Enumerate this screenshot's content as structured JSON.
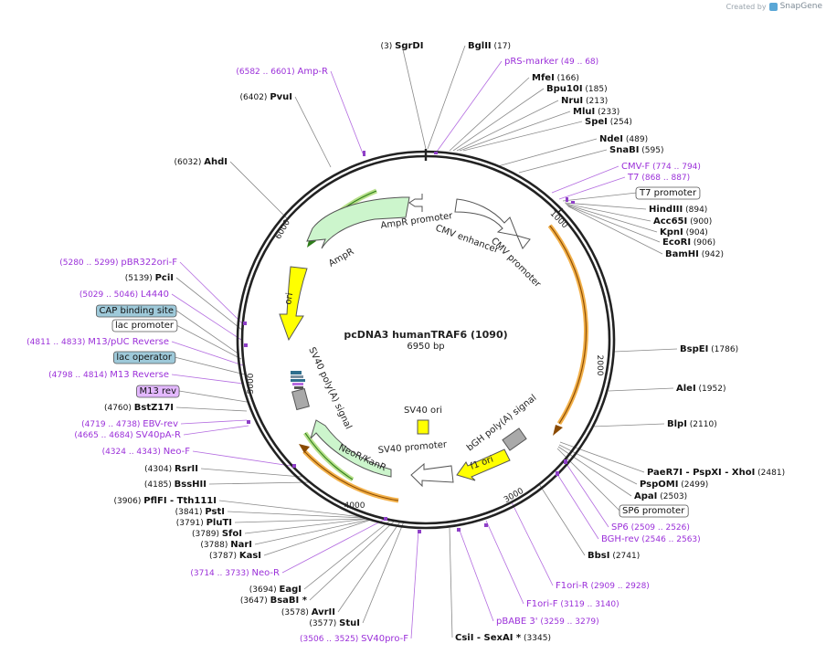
{
  "branding": {
    "created_by": "Created by",
    "app": "SnapGene"
  },
  "map": {
    "title": "pcDNA3 humanTRAF6 (1090)",
    "length": "6950 bp"
  },
  "ticks": [
    "1000",
    "2000",
    "3000",
    "4000",
    "5000",
    "6000"
  ],
  "inner_features": [
    {
      "label": "AmpR promoter"
    },
    {
      "label": "AmpR"
    },
    {
      "label": "ori"
    },
    {
      "label": "CMV enhancer"
    },
    {
      "label": "CMV promoter"
    },
    {
      "label": "SV40 poly(A) signal"
    },
    {
      "label": "SV40 ori"
    },
    {
      "label": "NeoR/KanR"
    },
    {
      "label": "SV40 promoter"
    },
    {
      "label": "bGH poly(A) signal"
    },
    {
      "label": "f1 ori"
    }
  ],
  "labels": [
    {
      "pre": "(3)",
      "name": "SgrDI",
      "post": "",
      "kind": "enzyme"
    },
    {
      "pre": "",
      "name": "BglII",
      "post": "(17)",
      "kind": "enzyme"
    },
    {
      "pre": "",
      "name": "pRS-marker",
      "post": "(49 .. 68)",
      "kind": "primer"
    },
    {
      "pre": "",
      "name": "MfeI",
      "post": "(166)",
      "kind": "enzyme"
    },
    {
      "pre": "",
      "name": "Bpu10I",
      "post": "(185)",
      "kind": "enzyme"
    },
    {
      "pre": "",
      "name": "NruI",
      "post": "(213)",
      "kind": "enzyme"
    },
    {
      "pre": "",
      "name": "MluI",
      "post": "(233)",
      "kind": "enzyme"
    },
    {
      "pre": "",
      "name": "SpeI",
      "post": "(254)",
      "kind": "enzyme"
    },
    {
      "pre": "",
      "name": "NdeI",
      "post": "(489)",
      "kind": "enzyme"
    },
    {
      "pre": "",
      "name": "SnaBI",
      "post": "(595)",
      "kind": "enzyme"
    },
    {
      "pre": "",
      "name": "CMV-F",
      "post": "(774 .. 794)",
      "kind": "primer"
    },
    {
      "pre": "",
      "name": "T7",
      "post": "(868 .. 887)",
      "kind": "primer"
    },
    {
      "pre": "",
      "name": "T7 promoter",
      "post": "",
      "kind": "box"
    },
    {
      "pre": "",
      "name": "HindIII",
      "post": "(894)",
      "kind": "enzyme"
    },
    {
      "pre": "",
      "name": "Acc65I",
      "post": "(900)",
      "kind": "enzyme"
    },
    {
      "pre": "",
      "name": "KpnI",
      "post": "(904)",
      "kind": "enzyme"
    },
    {
      "pre": "",
      "name": "EcoRI",
      "post": "(906)",
      "kind": "enzyme"
    },
    {
      "pre": "",
      "name": "BamHI",
      "post": "(942)",
      "kind": "enzyme"
    },
    {
      "pre": "",
      "name": "BspEI",
      "post": "(1786)",
      "kind": "enzyme"
    },
    {
      "pre": "",
      "name": "AleI",
      "post": "(1952)",
      "kind": "enzyme"
    },
    {
      "pre": "",
      "name": "BlpI",
      "post": "(2110)",
      "kind": "enzyme"
    },
    {
      "pre": "",
      "name": "PaeR7I - PspXI - XhoI",
      "post": "(2481)",
      "kind": "enzyme"
    },
    {
      "pre": "",
      "name": "PspOMI",
      "post": "(2499)",
      "kind": "enzyme"
    },
    {
      "pre": "",
      "name": "ApaI",
      "post": "(2503)",
      "kind": "enzyme"
    },
    {
      "pre": "",
      "name": "SP6 promoter",
      "post": "",
      "kind": "box"
    },
    {
      "pre": "",
      "name": "SP6",
      "post": "(2509 .. 2526)",
      "kind": "primer"
    },
    {
      "pre": "",
      "name": "BGH-rev",
      "post": "(2546 .. 2563)",
      "kind": "primer"
    },
    {
      "pre": "",
      "name": "BbsI",
      "post": "(2741)",
      "kind": "enzyme"
    },
    {
      "pre": "",
      "name": "F1ori-R",
      "post": "(2909 .. 2928)",
      "kind": "primer"
    },
    {
      "pre": "",
      "name": "F1ori-F",
      "post": "(3119 .. 3140)",
      "kind": "primer"
    },
    {
      "pre": "",
      "name": "pBABE 3'",
      "post": "(3259 .. 3279)",
      "kind": "primer"
    },
    {
      "pre": "",
      "name": "CsiI - SexAI *",
      "post": "(3345)",
      "kind": "enzyme"
    },
    {
      "pre": "(6582 .. 6601)",
      "name": "Amp-R",
      "post": "",
      "kind": "primer"
    },
    {
      "pre": "(6402)",
      "name": "PvuI",
      "post": "",
      "kind": "enzyme"
    },
    {
      "pre": "(6032)",
      "name": "AhdI",
      "post": "",
      "kind": "enzyme"
    },
    {
      "pre": "(5280 .. 5299)",
      "name": "pBR322ori-F",
      "post": "",
      "kind": "primer"
    },
    {
      "pre": "(5139)",
      "name": "PciI",
      "post": "",
      "kind": "enzyme"
    },
    {
      "pre": "(5029 .. 5046)",
      "name": "L4440",
      "post": "",
      "kind": "primer"
    },
    {
      "pre": "",
      "name": "CAP binding site",
      "post": "",
      "kind": "boxblue"
    },
    {
      "pre": "",
      "name": "lac promoter",
      "post": "",
      "kind": "box"
    },
    {
      "pre": "(4811 .. 4833)",
      "name": "M13/pUC Reverse",
      "post": "",
      "kind": "primer"
    },
    {
      "pre": "",
      "name": "lac operator",
      "post": "",
      "kind": "boxblue"
    },
    {
      "pre": "(4798 .. 4814)",
      "name": "M13 Reverse",
      "post": "",
      "kind": "primer"
    },
    {
      "pre": "",
      "name": "M13 rev",
      "post": "",
      "kind": "boxpurple"
    },
    {
      "pre": "(4760)",
      "name": "BstZ17I",
      "post": "",
      "kind": "enzyme"
    },
    {
      "pre": "(4719 .. 4738)",
      "name": "EBV-rev",
      "post": "",
      "kind": "primer"
    },
    {
      "pre": "(4665 .. 4684)",
      "name": "SV40pA-R",
      "post": "",
      "kind": "primer"
    },
    {
      "pre": "(4324 .. 4343)",
      "name": "Neo-F",
      "post": "",
      "kind": "primer"
    },
    {
      "pre": "(4304)",
      "name": "RsrII",
      "post": "",
      "kind": "enzyme"
    },
    {
      "pre": "(4185)",
      "name": "BssHII",
      "post": "",
      "kind": "enzyme"
    },
    {
      "pre": "(3906)",
      "name": "PflFI - Tth111I",
      "post": "",
      "kind": "enzyme"
    },
    {
      "pre": "(3841)",
      "name": "PstI",
      "post": "",
      "kind": "enzyme"
    },
    {
      "pre": "(3791)",
      "name": "PluTI",
      "post": "",
      "kind": "enzyme"
    },
    {
      "pre": "(3789)",
      "name": "SfoI",
      "post": "",
      "kind": "enzyme"
    },
    {
      "pre": "(3788)",
      "name": "NarI",
      "post": "",
      "kind": "enzyme"
    },
    {
      "pre": "(3787)",
      "name": "KasI",
      "post": "",
      "kind": "enzyme"
    },
    {
      "pre": "(3714 .. 3733)",
      "name": "Neo-R",
      "post": "",
      "kind": "primer"
    },
    {
      "pre": "(3694)",
      "name": "EagI",
      "post": "",
      "kind": "enzyme"
    },
    {
      "pre": "(3647)",
      "name": "BsaBI *",
      "post": "",
      "kind": "enzyme"
    },
    {
      "pre": "(3578)",
      "name": "AvrII",
      "post": "",
      "kind": "enzyme"
    },
    {
      "pre": "(3577)",
      "name": "StuI",
      "post": "",
      "kind": "enzyme"
    },
    {
      "pre": "(3506 .. 3525)",
      "name": "SV40pro-F",
      "post": "",
      "kind": "primer"
    }
  ]
}
